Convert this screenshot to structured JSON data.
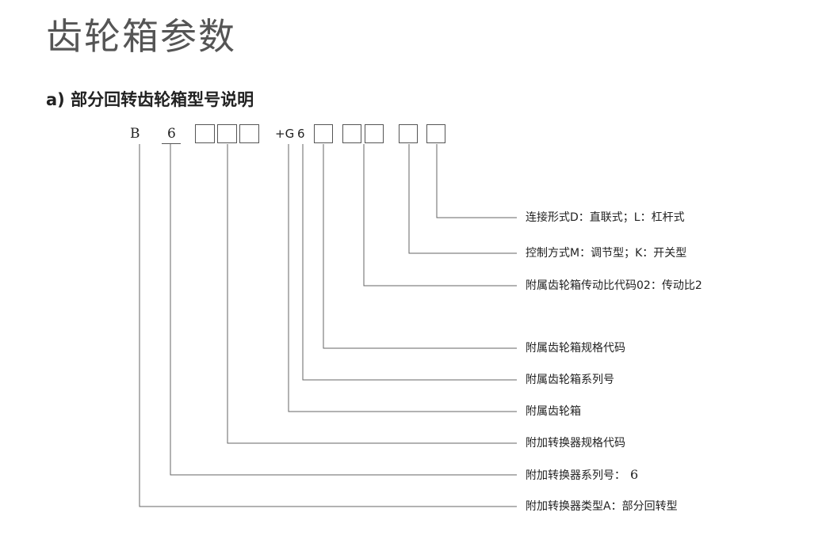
{
  "page": {
    "title": "齿轮箱参数",
    "subtitle": "a) 部分回转齿轮箱型号说明"
  },
  "code": {
    "prefix": "B",
    "series": "6",
    "attach_marker": "+G",
    "attach_series": "6"
  },
  "descriptions": [
    "连接形式D：直联式；L：杠杆式",
    "控制方式M：调节型；K：开关型",
    "附属齿轮箱传动比代码02：传动比2",
    "附属齿轮箱规格代码",
    "附属齿轮箱系列号",
    "附属齿轮箱",
    "附加转换器规格代码",
    "附加转换器系列号：",
    "附加转换器类型A：部分回转型"
  ],
  "descriptions_extra": {
    "series_value": "6"
  }
}
